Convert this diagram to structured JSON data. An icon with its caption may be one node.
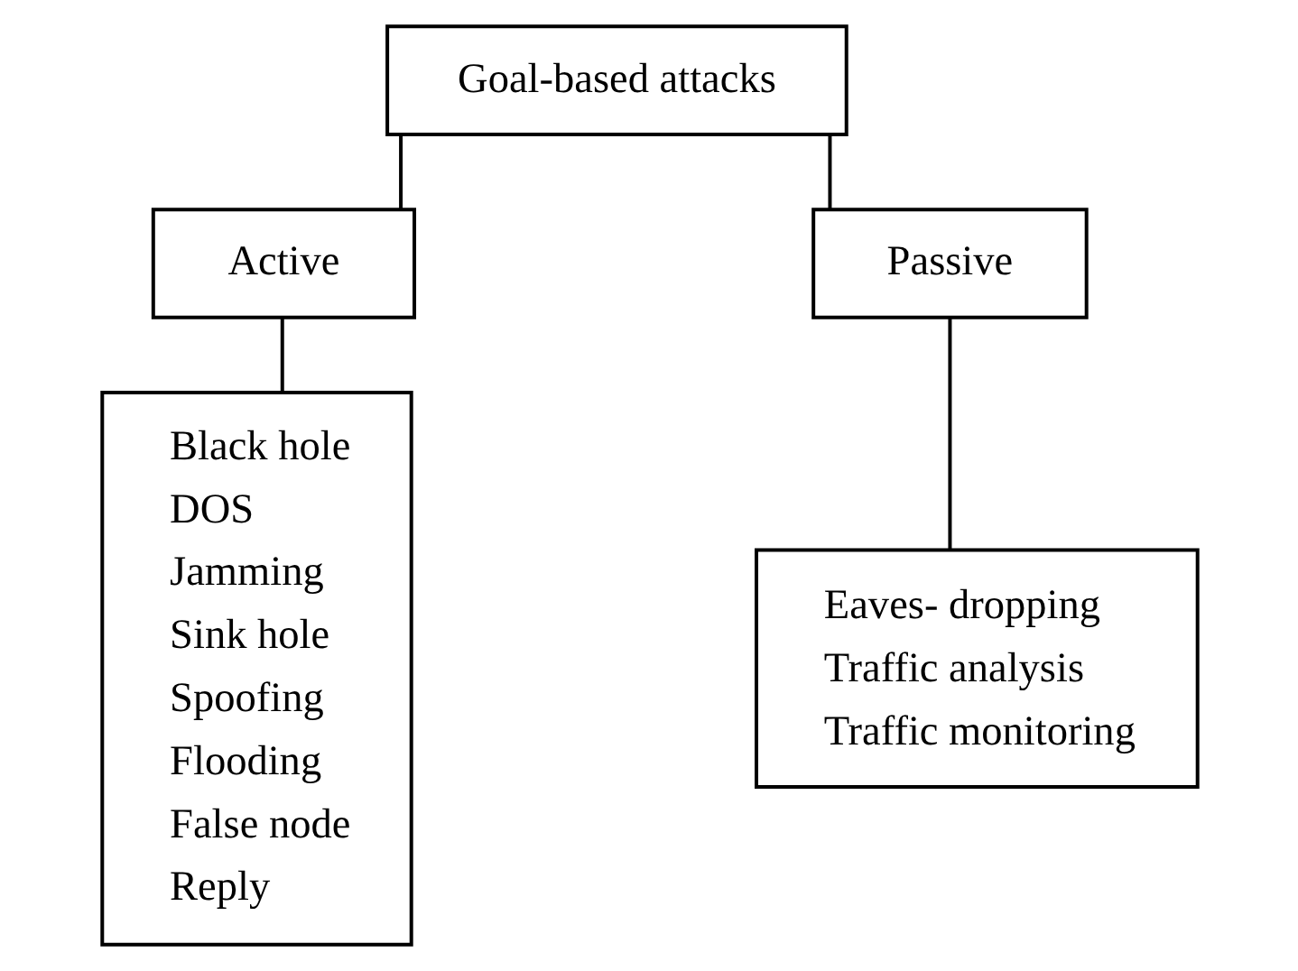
{
  "diagram": {
    "nodes": [
      {
        "text": [
          "Goal-based attacks"
        ]
      },
      {
        "text": [
          "Active"
        ]
      },
      {
        "text": [
          "Passive"
        ]
      },
      {
        "text": [
          "Black hole",
          "DOS",
          "Jamming",
          "Sink hole",
          "Spoofing",
          "Flooding",
          "False node",
          "Reply"
        ]
      },
      {
        "text": [
          "Eaves- dropping",
          "Traffic analysis",
          "Traffic monitoring"
        ]
      }
    ],
    "edges": [
      {
        "from": 0,
        "to": 1,
        "arrow": "none"
      },
      {
        "from": 0,
        "to": 2,
        "arrow": "none"
      },
      {
        "from": 1,
        "to": 3,
        "arrow": "none"
      },
      {
        "from": 2,
        "to": 4,
        "arrow": "none"
      }
    ]
  }
}
